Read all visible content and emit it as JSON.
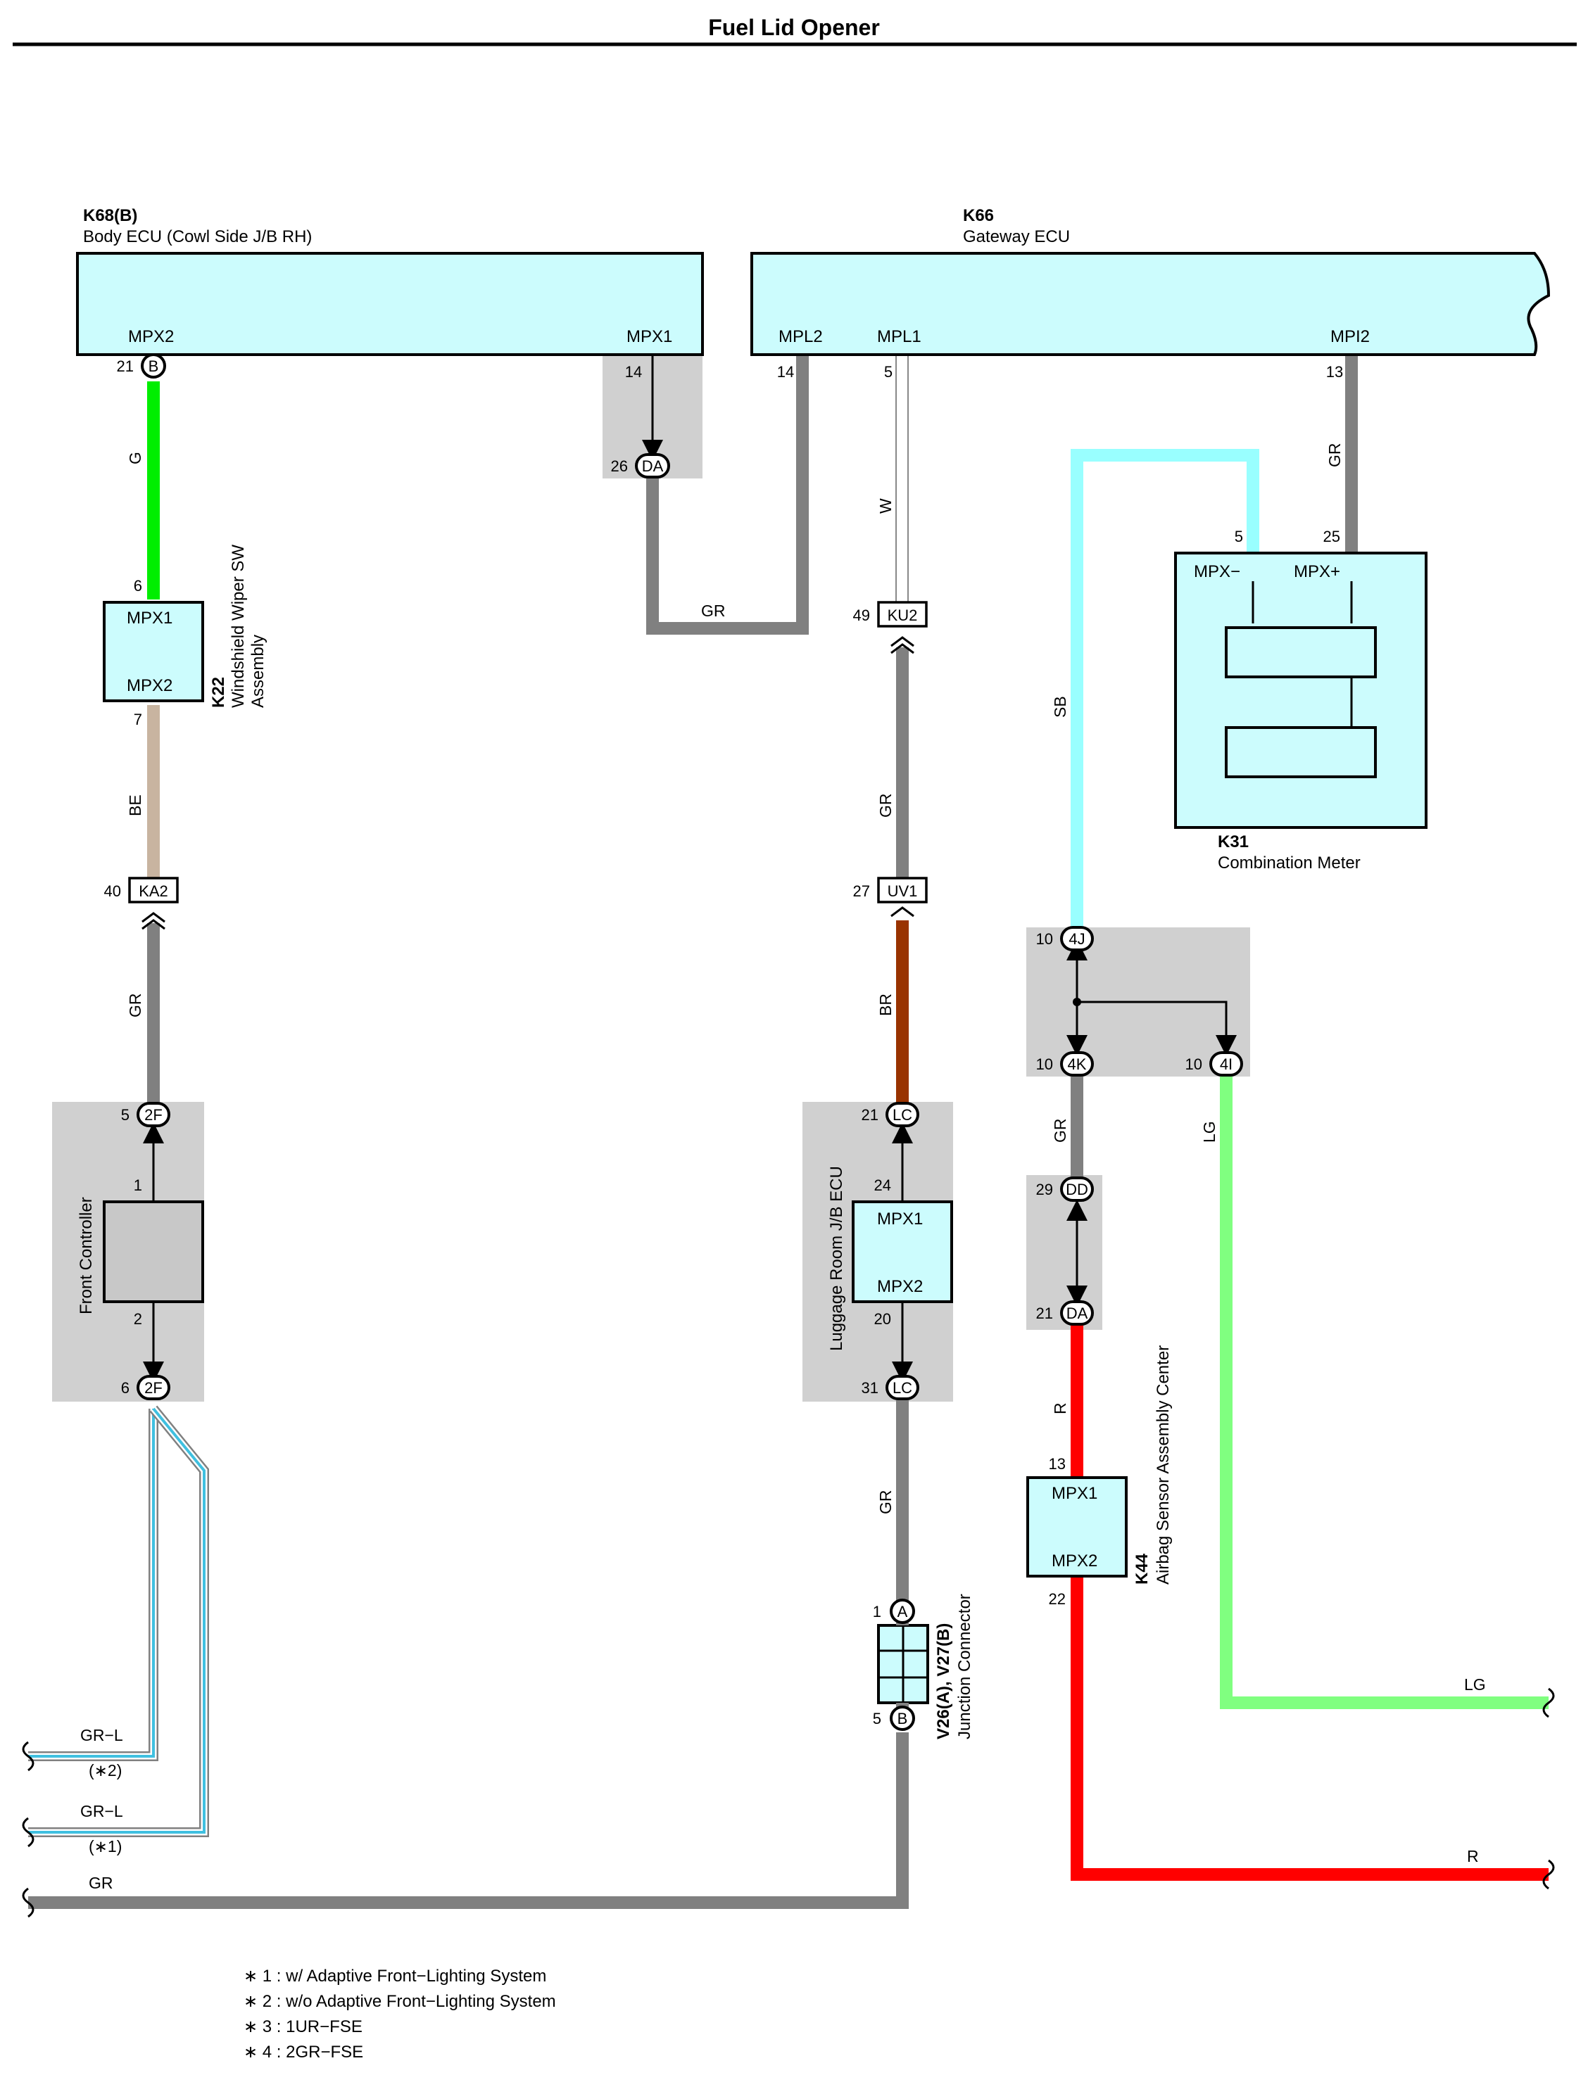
{
  "title": "Fuel Lid Opener",
  "components": {
    "body_ecu": {
      "code": "K68(B)",
      "name": "Body ECU (Cowl Side J/B RH)",
      "terminals": [
        "MPX2",
        "MPX1"
      ]
    },
    "gateway_ecu": {
      "code": "K66",
      "name": "Gateway ECU",
      "terminals": [
        "MPL2",
        "MPL1",
        "MPI2"
      ]
    },
    "wiper_sw": {
      "code": "K22",
      "name_line1": "Windshield Wiper SW",
      "name_line2": "Assembly",
      "terminals": [
        "MPX1",
        "MPX2"
      ]
    },
    "combination_meter": {
      "code": "K31",
      "name": "Combination Meter",
      "terminals": [
        "MPX−",
        "MPX+"
      ]
    },
    "front_controller": {
      "name": "Front Controller"
    },
    "luggage_room_ecu": {
      "name": "Luggage Room J/B ECU",
      "terminals": [
        "MPX1",
        "MPX2"
      ]
    },
    "airbag_center": {
      "code": "K44",
      "name": "Airbag Sensor Assembly Center",
      "terminals": [
        "MPX1",
        "MPX2"
      ]
    },
    "junction_connector": {
      "code": "V26(A), V27(B)",
      "name": "Junction Connector"
    }
  },
  "connectors": {
    "b_21": {
      "pin": "21",
      "id": "B"
    },
    "da_26": {
      "pin": "26",
      "id": "DA"
    },
    "ku2_49": {
      "pin": "49",
      "id": "KU2"
    },
    "ka2_40": {
      "pin": "40",
      "id": "KA2"
    },
    "uv1_27": {
      "pin": "27",
      "id": "UV1"
    },
    "jc_4j": {
      "pin": "10",
      "id": "4J"
    },
    "jc_4k": {
      "pin": "10",
      "id": "4K"
    },
    "jc_4i": {
      "pin": "10",
      "id": "4I"
    },
    "f2_top": {
      "pin": "5",
      "id": "2F"
    },
    "f2_bot": {
      "pin": "6",
      "id": "2F"
    },
    "lc_top": {
      "pin": "21",
      "id": "LC"
    },
    "lc_bot": {
      "pin": "31",
      "id": "LC"
    },
    "dd_29": {
      "pin": "29",
      "id": "DD"
    },
    "da_21": {
      "pin": "21",
      "id": "DA"
    },
    "jc_a": {
      "pin": "1",
      "id": "A"
    },
    "jc_b": {
      "pin": "5",
      "id": "B"
    }
  },
  "pins": {
    "mpx1_14": "14",
    "mpl2_14": "14",
    "mpl1_5": "5",
    "mpi2_13": "13",
    "wiper_6": "6",
    "wiper_7": "7",
    "meter_5": "5",
    "meter_25": "25",
    "fc_1": "1",
    "fc_2": "2",
    "lug_24": "24",
    "lug_20": "20",
    "air_13": "13",
    "air_22": "22"
  },
  "wires": {
    "g": "G",
    "be": "BE",
    "gr_ka": "GR",
    "gr_mid": "GR",
    "w": "W",
    "gr_ku": "GR",
    "br": "BR",
    "gr_lc": "GR",
    "sb": "SB",
    "gr_meter": "GR",
    "gr_4k": "GR",
    "lg": "LG",
    "r": "R",
    "lg_end": "LG",
    "r_end": "R",
    "grl_2": "GR−L",
    "grl_1": "GR−L",
    "gr_bottom": "GR"
  },
  "variant_marks": {
    "v2": "(∗2)",
    "v1": "(∗1)"
  },
  "notes": [
    "∗ 1 : w/ Adaptive Front−Lighting System",
    "∗ 2 : w/o Adaptive Front−Lighting System",
    "∗ 3 : 1UR−FSE",
    "∗ 4 : 2GR−FSE"
  ],
  "wire_colors": {
    "G": "#00ee00",
    "BE": "#c8b4a0",
    "GR": "#808080",
    "BR": "#993300",
    "SB": "#99ffff",
    "LG": "#80ff80",
    "R": "#ff0000"
  }
}
